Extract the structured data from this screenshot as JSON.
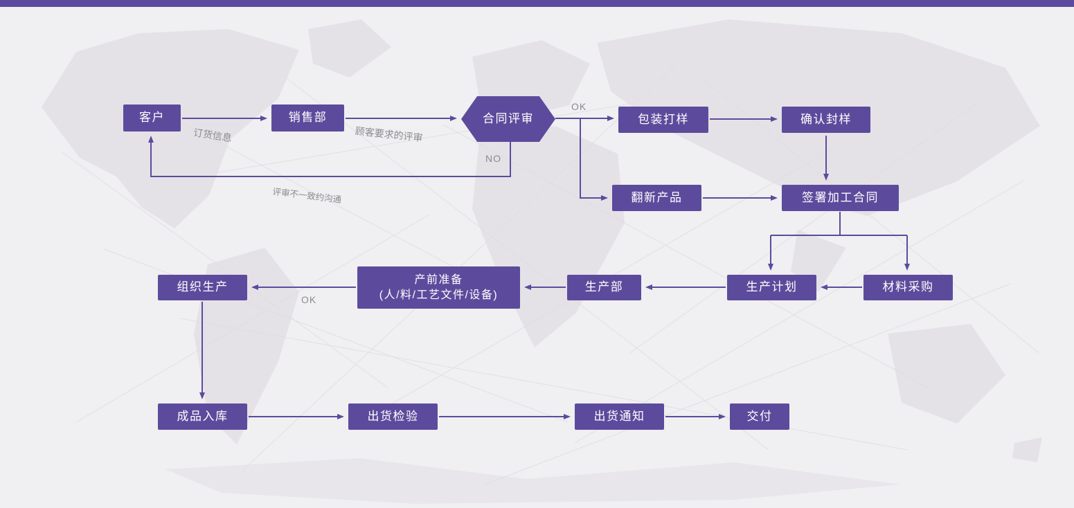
{
  "accent_color": "#5b4a9e",
  "background_color": "#f0eff1",
  "flowchart": {
    "nodes": {
      "customer": {
        "label": "客户"
      },
      "sales_dept": {
        "label": "销售部"
      },
      "contract_review": {
        "label": "合同评审"
      },
      "packaging_sample": {
        "label": "包装打样"
      },
      "confirm_seal_sample": {
        "label": "确认封样"
      },
      "refurbish_product": {
        "label": "翻新产品"
      },
      "sign_processing_contract": {
        "label": "签署加工合同"
      },
      "production_plan": {
        "label": "生产计划"
      },
      "material_purchase": {
        "label": "材料采购"
      },
      "production_dept": {
        "label": "生产部"
      },
      "pre_production": {
        "line1": "产前准备",
        "line2": "(人/料/工艺文件/设备)"
      },
      "organize_production": {
        "label": "组织生产"
      },
      "finished_goods_storage": {
        "label": "成品入库"
      },
      "shipment_inspection": {
        "label": "出货检验"
      },
      "shipment_notice": {
        "label": "出货通知"
      },
      "delivery": {
        "label": "交付"
      }
    },
    "edge_labels": {
      "order_info": "订货信息",
      "customer_requirement_review": "顾客要求的评审",
      "ok_top": "OK",
      "no": "NO",
      "review_disagreement": "评审不一致约沟通",
      "ok_left": "OK"
    }
  }
}
